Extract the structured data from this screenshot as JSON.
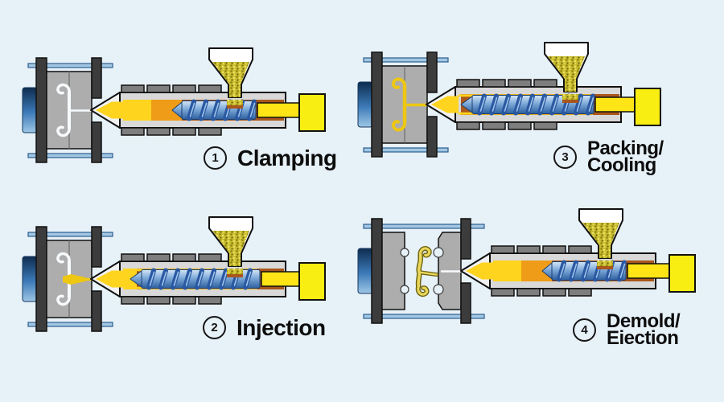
{
  "page": {
    "background": "#e7f1f8"
  },
  "stages": [
    {
      "number": "1",
      "title_lines": [
        "Clamping"
      ]
    },
    {
      "number": "2",
      "title_lines": [
        "Injection"
      ]
    },
    {
      "number": "3",
      "title_lines": [
        "Packing/",
        "Cooling"
      ]
    },
    {
      "number": "4",
      "title_lines": [
        "Demold/",
        "Eiection"
      ]
    }
  ],
  "colors": {
    "background": "#e7f1f8",
    "mold_gray": "#adadad",
    "platen_dark": "#3c3c3c",
    "casing_gray": "#d9d9d9",
    "heater_gray": "#7e7e7e",
    "nozzle_light": "#f2f2f2",
    "melt_yellow": "#ffd41f",
    "melt_orange": "#ef9c18",
    "channel_brown": "#a9571b",
    "screw_blue_dark": "#2e5f9e",
    "screw_blue_mid": "#7ca9d8",
    "screw_blue_light": "#d6e7f7",
    "flight_blue": "#2a58a2",
    "ram_yellow": "#f8ee12",
    "rod_yellow": "#ffe515",
    "granules_olive": "#c9bd2f",
    "granule_dot_dark": "#8d8310",
    "granule_dot_light": "#efe468",
    "entry_brown": "#a8561c",
    "tie_bar_blue": "#a3c7e3",
    "tie_bar_edge": "#2c5e8e",
    "cavity_white": "#f7fafc",
    "cavity_gold": "#eec712",
    "part_yellow": "#e9d75c",
    "part_outline": "#6e630f",
    "outline_black": "#111111",
    "label_black": "#0d0d0d"
  }
}
